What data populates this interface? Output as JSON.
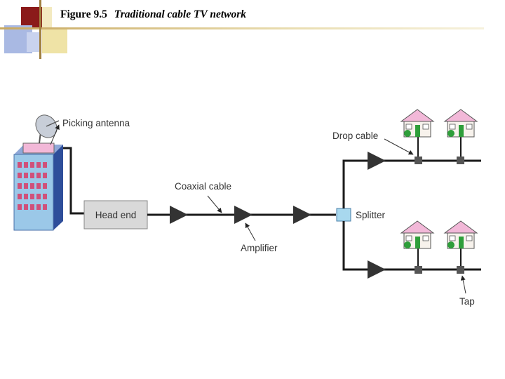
{
  "title": {
    "figure_number": "Figure 9.5",
    "figure_text": "Traditional cable TV network"
  },
  "diagram": {
    "labels": {
      "picking_antenna": "Picking antenna",
      "head_end": "Head end",
      "coaxial_cable": "Coaxial cable",
      "amplifier": "Amplifier",
      "splitter": "Splitter",
      "drop_cable": "Drop cable",
      "tap": "Tap"
    }
  },
  "colors": {
    "accent_dark_red": "#8B1A1A",
    "accent_yellow": "#E8DC9A",
    "accent_blue": "#A8B8E0",
    "building": "#5B7FBF",
    "house_roof": "#F2B8D8",
    "line": "#1a1a1a"
  }
}
